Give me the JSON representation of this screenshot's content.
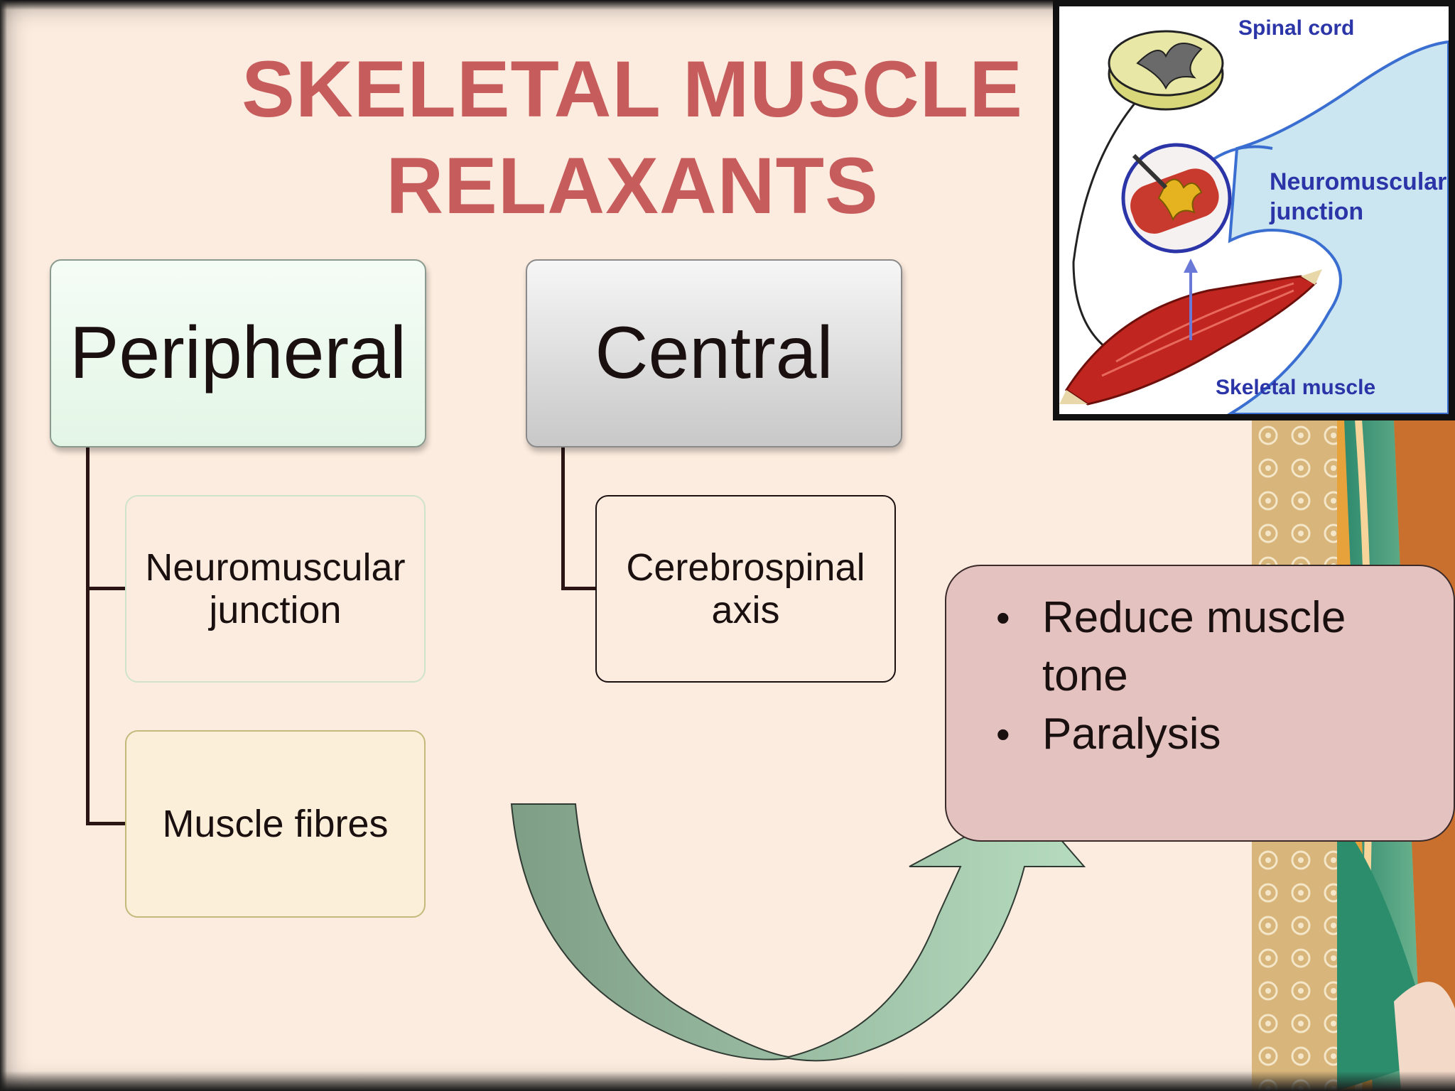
{
  "title": {
    "line1": "SKELETAL MUSCLE",
    "line2": "RELAXANTS"
  },
  "categories": {
    "peripheral": {
      "label": "Peripheral",
      "children": [
        "Neuromuscular junction",
        "Muscle fibres"
      ]
    },
    "central": {
      "label": "Central",
      "children": [
        "Cerebrospinal axis"
      ]
    }
  },
  "effects": [
    "Reduce muscle tone",
    "Paralysis"
  ],
  "inset_labels": {
    "spinal_cord": "Spinal cord",
    "neuromuscular_junction": "Neuromuscular junction",
    "skeletal_muscle": "Skeletal muscle"
  },
  "colors": {
    "title": "#c65c5c",
    "background": "#fcecdf",
    "peripheral_box": "#e3f6e6",
    "central_box": "#c9c8c8",
    "effect_box": "#e4c2c0",
    "arrow": "#a9d0b2",
    "inset_label": "#2b35a8"
  }
}
